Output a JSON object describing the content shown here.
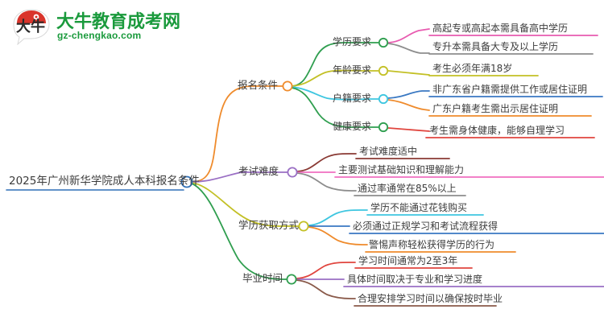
{
  "logo": {
    "mark_text": "大牛",
    "name_cn": "大牛教育成考网",
    "name_en": "gz-chengkao.com",
    "brand_green": "#1a9a3c",
    "brand_red": "#d9342b"
  },
  "mindmap": {
    "root": {
      "label": "2025年广州新华学院成人本科报名条件",
      "node_color": "#2e6fb7",
      "underline_color": "#2e6fb7"
    },
    "branches": [
      {
        "label": "报名条件",
        "color": "#ef8b2c",
        "node_color": "#ef8b2c",
        "children": [
          {
            "label": "学历要求",
            "color": "#2f9e4f",
            "node_color": "#2f9e4f",
            "leaves": [
              {
                "text": "高起专或高起本需具备高中学历",
                "color": "#e85bb0"
              },
              {
                "text": "专升本需具备大专及以上学历",
                "color": "#8d8d8d"
              }
            ]
          },
          {
            "label": "年龄要求",
            "color": "#c3c026",
            "node_color": "#c3c026",
            "leaves": [
              {
                "text": "考生必须年满18岁",
                "color": "#c3c026"
              }
            ]
          },
          {
            "label": "户籍要求",
            "color": "#3ec6e0",
            "node_color": "#3ec6e0",
            "leaves": [
              {
                "text": "非广东省户籍需提供工作或居住证明",
                "color": "#3a78c2"
              },
              {
                "text": "广东户籍考生需出示居住证明",
                "color": "#ef8b2c"
              }
            ]
          },
          {
            "label": "健康要求",
            "color": "#2f9e4f",
            "node_color": "#2f9e4f",
            "leaves": [
              {
                "text": "考生需身体健康，能够自理学习",
                "color": "#e0453e"
              }
            ]
          }
        ]
      },
      {
        "label": "考试难度",
        "color": "#9a6fc4",
        "node_color": "#9a6fc4",
        "children": [],
        "leaves": [
          {
            "text": "考试难度适中",
            "color": "#8a3a34"
          },
          {
            "text": "主要测试基础知识和理解能力",
            "color": "#f06fc0"
          },
          {
            "text": "通过率通常在85%以上",
            "color": "#8d8d8d"
          }
        ]
      },
      {
        "label": "学历获取方式",
        "color": "#c3c026",
        "node_color": "#c3c026",
        "children": [],
        "leaves": [
          {
            "text": "学历不能通过花钱购买",
            "color": "#3ec6e0"
          },
          {
            "text": "必须通过正规学习和考试流程获得",
            "color": "#3a78c2"
          },
          {
            "text": "警惕声称轻松获得学历的行为",
            "color": "#ef8b2c"
          }
        ]
      },
      {
        "label": "毕业时间",
        "color": "#2f9e4f",
        "node_color": "#2f9e4f",
        "children": [],
        "leaves": [
          {
            "text": "学习时间通常为2至3年",
            "color": "#e0453e"
          },
          {
            "text": "具体时间取决于专业和学习进度",
            "color": "#9a6fc4"
          },
          {
            "text": "合理安排学习时间以确保按时毕业",
            "color": "#8a5a4a"
          }
        ]
      }
    ]
  }
}
